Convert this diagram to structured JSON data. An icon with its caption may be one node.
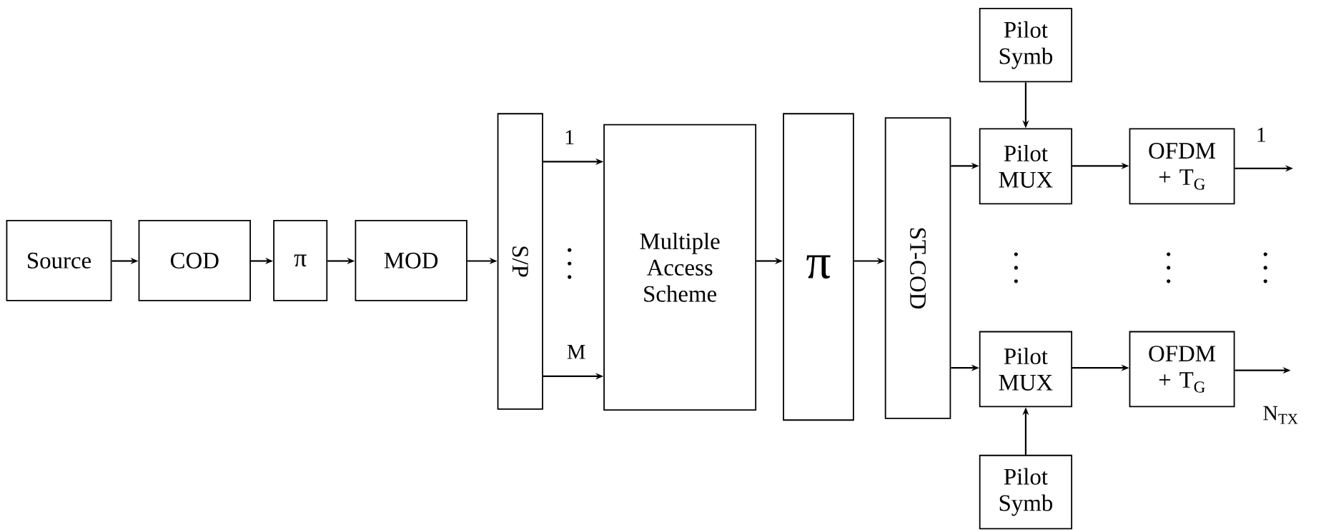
{
  "diagram": {
    "nodes": [
      {
        "text": [
          "Source"
        ]
      },
      {
        "text": [
          "COD"
        ]
      },
      {
        "text": [
          "π"
        ]
      },
      {
        "text": [
          "MOD"
        ]
      },
      {
        "text": [
          "S/P"
        ]
      },
      {
        "text": [
          "Multiple Access Scheme"
        ]
      },
      {
        "text": [
          "π"
        ]
      },
      {
        "text": [
          "ST-COD"
        ]
      },
      {
        "text": [
          "Pilot Symb"
        ]
      },
      {
        "text": [
          "Pilot MUX"
        ]
      },
      {
        "text": [
          "OFDM + T$_{G}$"
        ]
      },
      {
        "text": [
          "Pilot MUX"
        ]
      },
      {
        "text": [
          "OFDM + T$_{G}$"
        ]
      },
      {
        "text": [
          "Pilot Symb"
        ]
      }
    ],
    "edges": [
      {
        "from": 0,
        "to": 1,
        "arrow": "to"
      },
      {
        "from": 1,
        "to": 2,
        "arrow": "to"
      },
      {
        "from": 2,
        "to": 3,
        "arrow": "to"
      },
      {
        "from": 3,
        "to": 4,
        "arrow": "to"
      },
      {
        "from": 4,
        "to": 5,
        "arrow": "to",
        "label": "1"
      },
      {
        "from": 4,
        "to": 5,
        "arrow": "to",
        "label": "M"
      },
      {
        "from": 5,
        "to": 6,
        "arrow": "to"
      },
      {
        "from": 6,
        "to": 7,
        "arrow": "to"
      },
      {
        "from": 7,
        "to": 9,
        "arrow": "to"
      },
      {
        "from": 7,
        "to": 11,
        "arrow": "to"
      },
      {
        "from": 8,
        "to": 9,
        "arrow": "to"
      },
      {
        "from": 9,
        "to": 10,
        "arrow": "to"
      },
      {
        "from": 10,
        "to": null,
        "arrow": "to",
        "label": "1"
      },
      {
        "from": 13,
        "to": 11,
        "arrow": "to"
      },
      {
        "from": 11,
        "to": 12,
        "arrow": "to"
      },
      {
        "from": 12,
        "to": null,
        "arrow": "to",
        "label": "N$_{TX}$"
      }
    ]
  }
}
